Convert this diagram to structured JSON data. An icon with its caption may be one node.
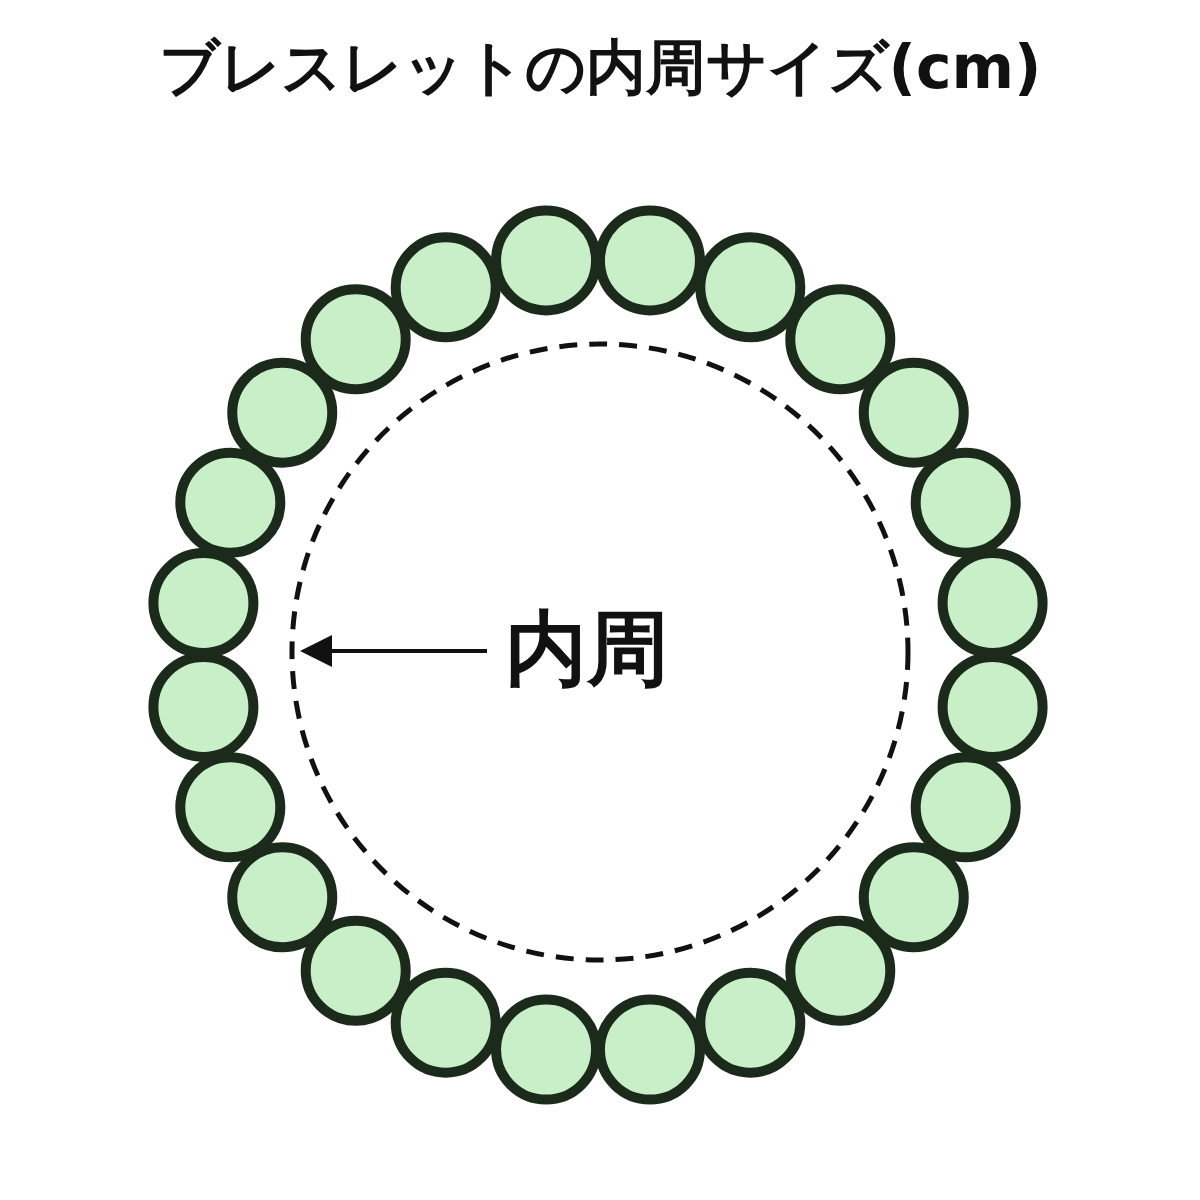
{
  "diagram": {
    "title": "ブレスレットの内周サイズ(cm)",
    "nodes": [
      {
        "text": [
          "内周"
        ],
        "in": 1
      },
      {
        "text": [],
        "shape": "circle"
      }
    ],
    "edges": [
      {
        "from": 0,
        "to": 1,
        "arrow": "to"
      }
    ]
  }
}
